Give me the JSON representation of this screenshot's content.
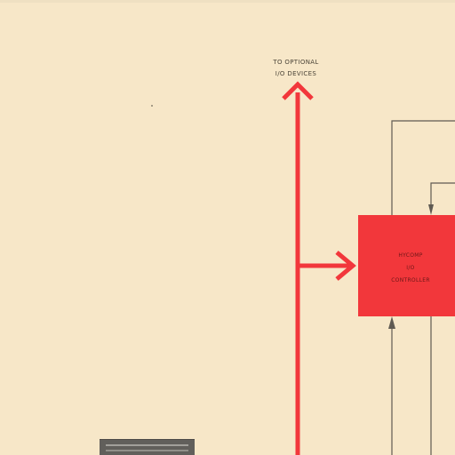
{
  "diagram": {
    "top_label_line1": "TO OPTIONAL",
    "top_label_line2": "I/O DEVICES",
    "controller_line1": "HYCOMP",
    "controller_line2": "I/O",
    "controller_line3": "CONTROLLER",
    "colors": {
      "background": "#f7e7c8",
      "bus_red": "#f2373b",
      "controller_red": "#f2373b",
      "line_dark": "#5f5a52",
      "device_gray": "#615f5b"
    }
  }
}
